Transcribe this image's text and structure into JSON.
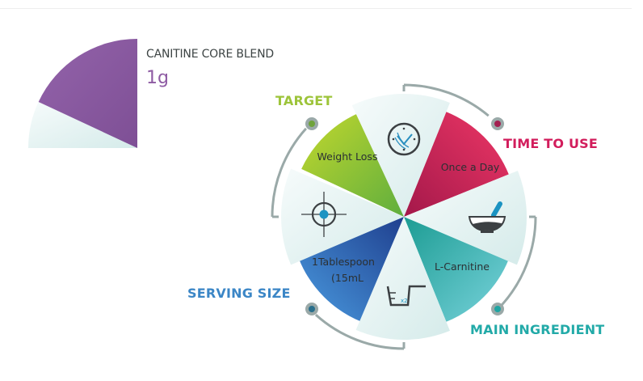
{
  "blend": {
    "title": "CANITINE CORE BLEND",
    "value": "1g",
    "color": "#8e5ba3"
  },
  "categories": [
    {
      "key": "target",
      "label": "TARGET",
      "value": "Weight Loss",
      "color": "#9dc43a",
      "icon": "crosshair-icon"
    },
    {
      "key": "time",
      "label": "TIME TO USE",
      "value": "Once a Day",
      "color": "#d21d5c",
      "icon": "clock-icon"
    },
    {
      "key": "ingredient",
      "label": "MAIN INGREDIENT",
      "value": "L-Carnitine",
      "color": "#22aaa8",
      "icon": "mortar-pestle-icon"
    },
    {
      "key": "serving",
      "label": "SERVING SIZE",
      "value_line1": "1Tablespoon",
      "value_line2": "(15mL",
      "color": "#3b86c6",
      "icon": "measuring-cup-icon"
    }
  ],
  "cup_mark": "x2"
}
